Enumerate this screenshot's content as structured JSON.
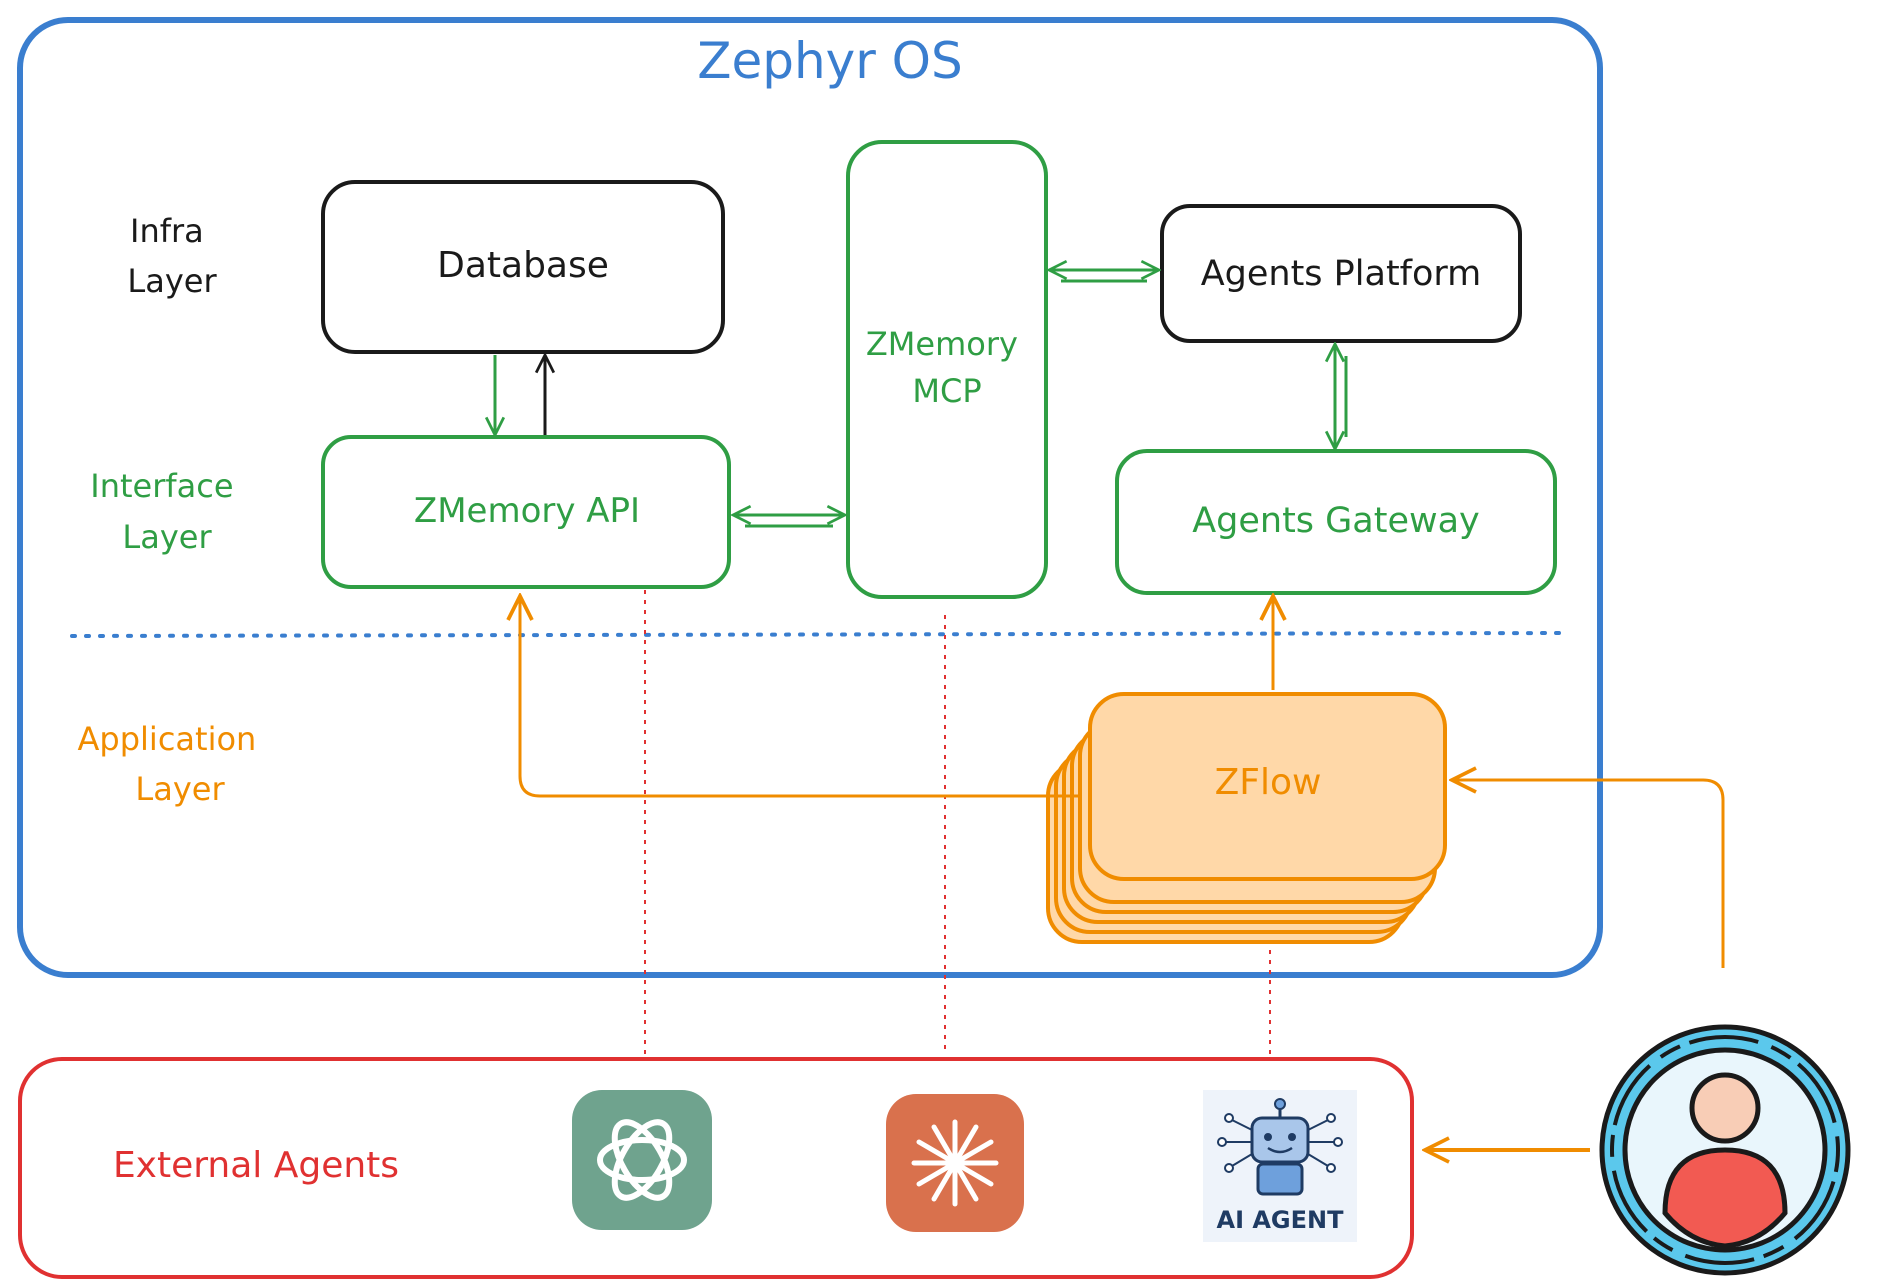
{
  "title": "Zephyr OS",
  "layers": {
    "infra": [
      "Infra",
      "Layer"
    ],
    "interface": [
      "Interface",
      "Layer"
    ],
    "application": [
      "Application",
      "Layer"
    ],
    "external": "External Agents"
  },
  "nodes": {
    "database": "Database",
    "zmemory_mcp": [
      "ZMemory",
      "MCP"
    ],
    "agents_platform": "Agents Platform",
    "zmemory_api": "ZMemory API",
    "agents_gateway": "Agents Gateway",
    "zflow": "ZFlow"
  },
  "external_agents": {
    "openai_icon": "openai-icon",
    "claude_icon": "claude-icon",
    "ai_agent_label": "AI AGENT"
  },
  "user_icon": "user-icon",
  "colors": {
    "os_border": "#3a7ecf",
    "infra": "#1a1a1a",
    "interface": "#2f9e44",
    "application": "#f08c00",
    "application_fill": "#ffd8a8",
    "external": "#e03131",
    "user_ring": "#5bc8ec",
    "openai_bg": "#6fa38e",
    "claude_bg": "#d9714d"
  }
}
